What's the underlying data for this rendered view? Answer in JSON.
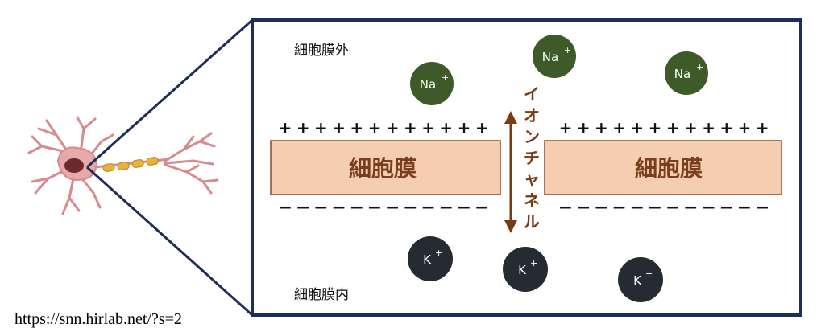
{
  "labels": {
    "outside": "細胞膜外",
    "inside": "細胞膜内",
    "membrane_left": "細胞膜",
    "membrane_right": "細胞膜",
    "channel": "イオンチャネル"
  },
  "ions": {
    "na": "Na",
    "k": "K",
    "charge": "+"
  },
  "charges": {
    "positive": "+",
    "negative": "−"
  },
  "url": "https://snn.hirlab.net/?s=2",
  "colors": {
    "frame": "#1f2d5a",
    "membrane_fill": "#f5cdb0",
    "membrane_stroke": "#8a4a2a",
    "membrane_text": "#7a3d1e",
    "channel_arrow": "#7a3a14",
    "na_fill": "#3e5a28",
    "k_fill": "#252a33",
    "neuron_pink": "#d98a8c",
    "neuron_nucleus": "#6b2a2e",
    "myelin": "#e6b23a"
  },
  "icons": {
    "neuron": "neuron-illustration",
    "channel_arrow": "double-arrow-icon"
  }
}
